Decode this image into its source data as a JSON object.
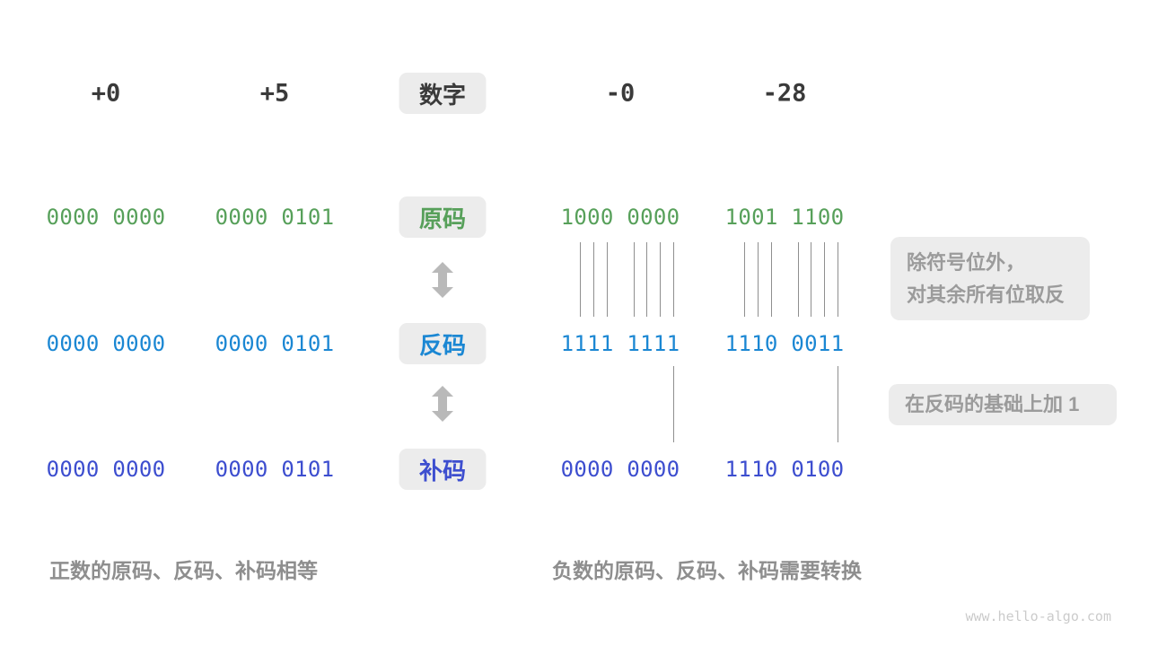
{
  "headers": {
    "col1": "+0",
    "col2": "+5",
    "col3": "数字",
    "col4": "-0",
    "col5": "-28"
  },
  "rows": {
    "sign_magnitude": {
      "label": "原码",
      "color": "#57a05a",
      "values": {
        "pos0": "0000 0000",
        "pos5": "0000 0101",
        "neg0": "1000 0000",
        "neg28": "1001 1100"
      }
    },
    "ones_complement": {
      "label": "反码",
      "color": "#1b87d3",
      "values": {
        "pos0": "0000 0000",
        "pos5": "0000 0101",
        "neg0": "1111 1111",
        "neg28": "1110 0011"
      }
    },
    "twos_complement": {
      "label": "补码",
      "color": "#3d4ecf",
      "values": {
        "pos0": "0000 0000",
        "pos5": "0000 0101",
        "neg0": "0000 0000",
        "neg28": "1110 0100"
      }
    }
  },
  "annotations": {
    "invert": {
      "line1": "除符号位外，",
      "line2": "对其余所有位取反"
    },
    "add_one": {
      "text": "在反码的基础上加 1"
    }
  },
  "captions": {
    "positive": "正数的原码、反码、补码相等",
    "negative": "负数的原码、反码、补码需要转换"
  },
  "watermark": {
    "text": "www.hello-algo.com"
  },
  "icons": {
    "arrow1": "double-vertical-arrow",
    "arrow2": "double-vertical-arrow"
  },
  "palette": {
    "sign_magnitude_green": "#57a05a",
    "ones_complement_blue": "#1b87d3",
    "twos_complement_indigo": "#3d4ecf",
    "header_dark": "#3a3a3a",
    "box_gray": "#ececec",
    "annotation_text_gray": "#9b9b9b",
    "caption_gray": "#8e8e8e",
    "arrow_gray": "#b9b9b9",
    "connector_line_gray": "#8f8f8f",
    "watermark_gray": "#cbcbcb",
    "background": "#ffffff"
  }
}
